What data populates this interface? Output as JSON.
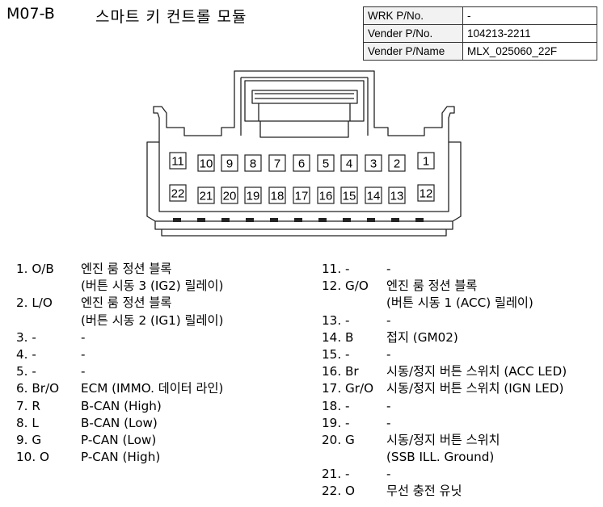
{
  "header": {
    "code": "M07-B",
    "title": "스마트 키 컨트롤 모듈"
  },
  "part_numbers": [
    {
      "label": "WRK P/No.",
      "value": "-"
    },
    {
      "label": "Vender P/No.",
      "value": "104213-2211"
    },
    {
      "label": "Vender P/Name",
      "value": "MLX_025060_22F"
    }
  ],
  "connector": {
    "top_row": [
      "11",
      "10",
      "9",
      "8",
      "7",
      "6",
      "5",
      "4",
      "3",
      "2",
      "1"
    ],
    "bottom_row": [
      "22",
      "21",
      "20",
      "19",
      "18",
      "17",
      "16",
      "15",
      "14",
      "13",
      "12"
    ]
  },
  "pins_left": [
    {
      "num": "1. O/B",
      "lines": [
        "엔진 룸 정션 블록",
        "(버튼 시동 3 (IG2) 릴레이)"
      ]
    },
    {
      "num": "2. L/O",
      "lines": [
        "엔진 룸 정션 블록",
        "(버튼 시동 2 (IG1) 릴레이)"
      ]
    },
    {
      "num": "3. -",
      "lines": [
        "-"
      ]
    },
    {
      "num": "4. -",
      "lines": [
        "-"
      ]
    },
    {
      "num": "5. -",
      "lines": [
        "-"
      ]
    },
    {
      "num": "6. Br/O",
      "lines": [
        "ECM (IMMO. 데이터 라인)"
      ]
    },
    {
      "num": "7. R",
      "lines": [
        "B-CAN (High)"
      ]
    },
    {
      "num": "8. L",
      "lines": [
        "B-CAN (Low)"
      ]
    },
    {
      "num": "9. G",
      "lines": [
        "P-CAN (Low)"
      ]
    },
    {
      "num": "10. O",
      "lines": [
        "P-CAN (High)"
      ]
    }
  ],
  "pins_right": [
    {
      "num": "11. -",
      "lines": [
        "-"
      ]
    },
    {
      "num": "12. G/O",
      "lines": [
        "엔진 룸 정션 블록",
        "(버튼 시동 1 (ACC) 릴레이)"
      ]
    },
    {
      "num": "13. -",
      "lines": [
        "-"
      ]
    },
    {
      "num": "14. B",
      "lines": [
        "접지 (GM02)"
      ]
    },
    {
      "num": "15. -",
      "lines": [
        "-"
      ]
    },
    {
      "num": "16. Br",
      "lines": [
        "시동/정지 버튼 스위치 (ACC LED)"
      ]
    },
    {
      "num": "17. Gr/O",
      "lines": [
        "시동/정지 버튼 스위치 (IGN LED)"
      ]
    },
    {
      "num": "18. -",
      "lines": [
        "-"
      ]
    },
    {
      "num": "19. -",
      "lines": [
        "-"
      ]
    },
    {
      "num": "20. G",
      "lines": [
        "시동/정지 버튼 스위치",
        "(SSB ILL. Ground)"
      ]
    },
    {
      "num": "21. -",
      "lines": [
        "-"
      ]
    },
    {
      "num": "22. O",
      "lines": [
        "무선 충전 유닛"
      ]
    }
  ]
}
